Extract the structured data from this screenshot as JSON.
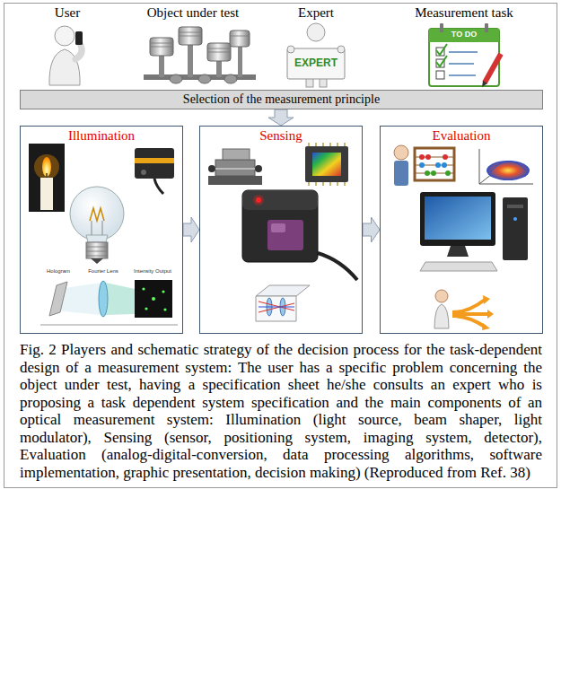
{
  "diagram": {
    "caption": "Fig. 2 Players and schematic strategy of the decision process for the task-dependent design of a measurement system: The user has a specific problem concerning the object under test, having a specification sheet he/she consults an expert who is proposing a task dependent system specification and the main components of an optical measurement system: Illumination (light source, beam shaper, light modulator), Sensing (sensor, positioning system, imaging system, detector), Evaluation (analog-digital-conversion, data processing algorithms, software implementation, graphic presentation, decision making) (Reproduced from Ref. 38)",
    "nodes": [
      {
        "text": [
          "Selection of the measurement principle"
        ]
      },
      {
        "text": [
          "Illumination"
        ]
      },
      {
        "text": [
          "Sensing"
        ]
      },
      {
        "text": [
          "Evaluation"
        ]
      }
    ],
    "edges": [
      {
        "from": 0,
        "to": 2,
        "arrow": "to"
      },
      {
        "from": 1,
        "to": 2,
        "arrow": "to"
      },
      {
        "from": 2,
        "to": 3,
        "arrow": "to"
      }
    ],
    "labels": [
      "User",
      "Object under test",
      "Expert",
      "Measurement task",
      "TO DO",
      "EXPERT",
      "Hologram",
      "Fourier Lens",
      "Intensity Output"
    ]
  }
}
